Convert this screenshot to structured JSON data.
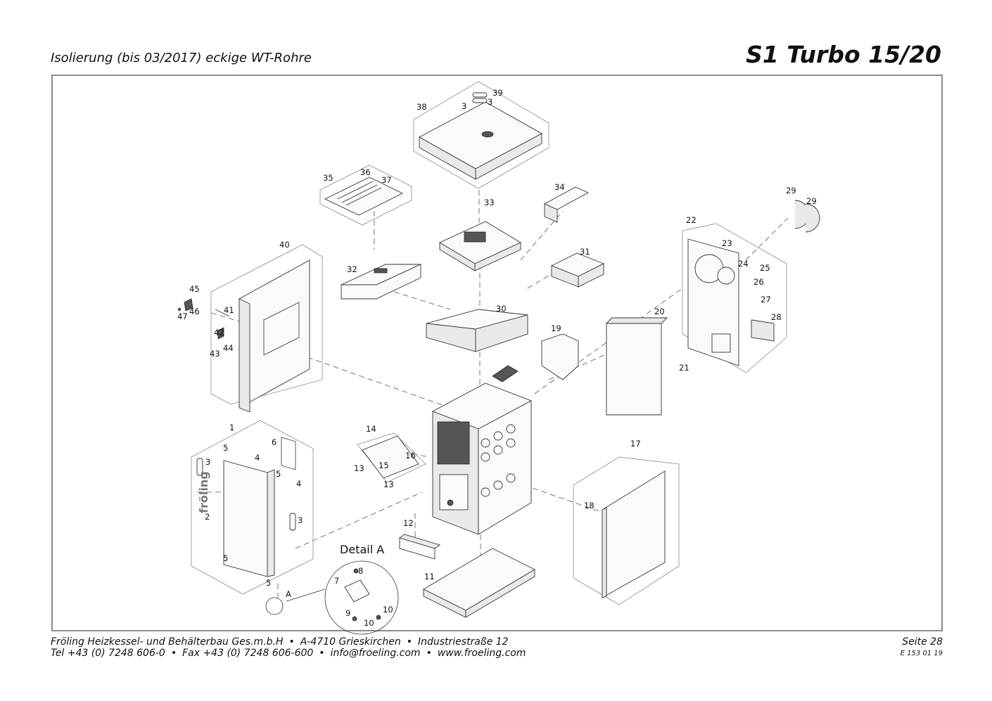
{
  "header": {
    "subtitle": "Isolierung (bis 03/2017) eckige WT-Rohre",
    "title": "S1 Turbo 15/20"
  },
  "diagram": {
    "detail_label": "Detail A",
    "detail_marker": "A",
    "brand_mark": "fröling",
    "labels": {
      "l1": "1",
      "l2": "2",
      "l3a": "3",
      "l3b": "3",
      "l3c": "3",
      "l3d": "3",
      "l4a": "4",
      "l4b": "4",
      "l5a": "5",
      "l5b": "5",
      "l5c": "5",
      "l5d": "5",
      "l6": "6",
      "l7": "7",
      "l8": "8",
      "l9": "9",
      "l10a": "10",
      "l10b": "10",
      "l11": "11",
      "l12": "12",
      "l13a": "13",
      "l13b": "13",
      "l14": "14",
      "l15": "15",
      "l16": "16",
      "l17": "17",
      "l18": "18",
      "l19": "19",
      "l20": "20",
      "l21": "21",
      "l22": "22",
      "l23": "23",
      "l24": "24",
      "l25": "25",
      "l26": "26",
      "l27": "27",
      "l28": "28",
      "l29a": "29",
      "l29b": "29",
      "l30": "30",
      "l31": "31",
      "l32": "32",
      "l33": "33",
      "l34": "34",
      "l35": "35",
      "l36": "36",
      "l37": "37",
      "l38": "38",
      "l39": "39",
      "l40": "40",
      "l41": "41",
      "l42": "42",
      "l43": "43",
      "l44": "44",
      "l45": "45",
      "l46": "46",
      "l47": "47"
    }
  },
  "footer": {
    "company": "Fröling Heizkessel- und Behälterbau Ges.m.b.H",
    "address": "A-4710 Grieskirchen",
    "street": "Industriestraße 12",
    "tel": "Tel +43 (0) 7248 606-0",
    "fax": "Fax +43 (0) 7248 606-600",
    "email": "info@froeling.com",
    "web": "www.froeling.com",
    "page": "Seite 28",
    "doc": "E 153 01 19",
    "bullet": "•"
  }
}
